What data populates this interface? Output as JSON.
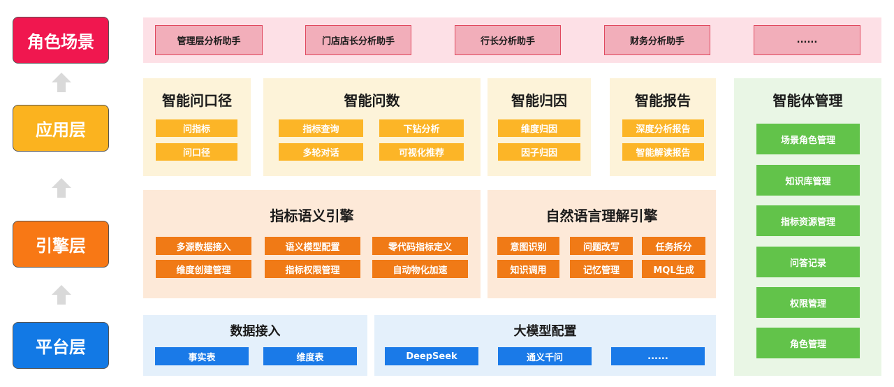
{
  "layers": {
    "role": "角色场景",
    "app": "应用层",
    "engine": "引擎层",
    "platform": "平台层"
  },
  "colors": {
    "role": "#f0174f",
    "app": "#fbb31f",
    "engine": "#f87815",
    "platform": "#1279e5",
    "role_bg": "#fde0e6",
    "app_bg": "#fdf3d9",
    "engine_bg": "#fde9d8",
    "platform_bg": "#e4f0fb",
    "agent_bg": "#e9f6e5"
  },
  "roles": [
    "管理层分析助手",
    "门店店长分析助手",
    "行长分析助手",
    "财务分析助手",
    "......"
  ],
  "app": {
    "caliber": {
      "title": "智能问口径",
      "items": [
        "问指标",
        "问口径"
      ]
    },
    "query": {
      "title": "智能问数",
      "items": [
        "指标查询",
        "下钻分析",
        "多轮对话",
        "可视化推荐"
      ]
    },
    "attribution": {
      "title": "智能归因",
      "items": [
        "维度归因",
        "因子归因"
      ]
    },
    "report": {
      "title": "智能报告",
      "items": [
        "深度分析报告",
        "智能解读报告"
      ]
    }
  },
  "engine": {
    "semantic": {
      "title": "指标语义引擎",
      "items": [
        "多源数据接入",
        "语义模型配置",
        "零代码指标定义",
        "维度创建管理",
        "指标权限管理",
        "自动物化加速"
      ]
    },
    "nlu": {
      "title": "自然语言理解引擎",
      "items": [
        "意图识别",
        "问题改写",
        "任务拆分",
        "知识调用",
        "记忆管理",
        "MQL生成"
      ]
    }
  },
  "platform": {
    "data": {
      "title": "数据接入",
      "items": [
        "事实表",
        "维度表"
      ]
    },
    "model": {
      "title": "大模型配置",
      "items": [
        "DeepSeek",
        "通义千问",
        "......"
      ]
    }
  },
  "agent": {
    "title": "智能体管理",
    "items": [
      "场景角色管理",
      "知识库管理",
      "指标资源管理",
      "问答记录",
      "权限管理",
      "角色管理"
    ]
  }
}
